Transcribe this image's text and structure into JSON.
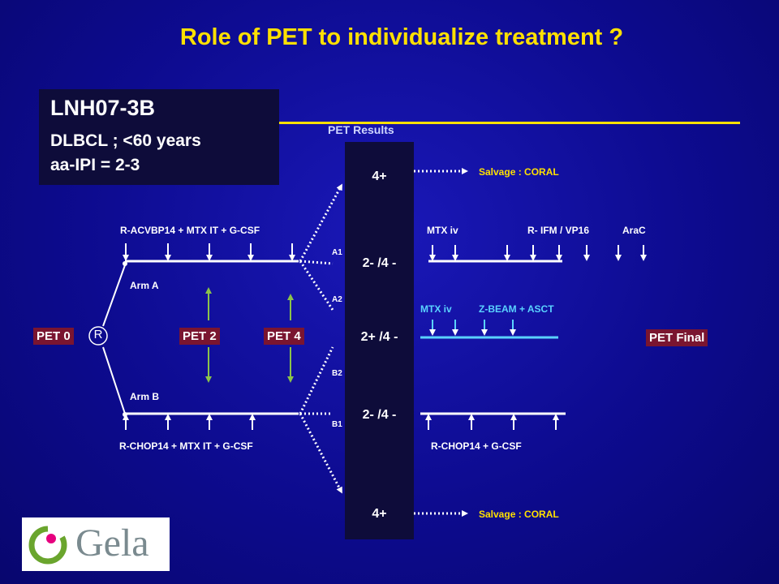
{
  "title": "Role of PET to individualize treatment ?",
  "info": {
    "study": "LNH07-3B",
    "population": "DLBCL ; <60 years",
    "ipi": "aa-IPI = 2-3"
  },
  "pet_results_header": "PET Results",
  "pet_values": [
    "4+",
    "2- /4 -",
    "2+ /4 -",
    "2- /4 -",
    "4+"
  ],
  "salvage": [
    "Salvage : CORAL",
    "Salvage : CORAL"
  ],
  "arms": {
    "a_regimen": "R-ACVBP14 + MTX IT + G-CSF",
    "a_label": "Arm A",
    "b_regimen": "R-CHOP14 + MTX IT + G-CSF",
    "b_label": "Arm B"
  },
  "branch_labels": [
    "A1",
    "A2",
    "B2",
    "B1"
  ],
  "randomize": "R",
  "tags": {
    "pet0": "PET 0",
    "pet2": "PET 2",
    "pet4": "PET 4",
    "pet_final": "PET Final"
  },
  "consolidation": {
    "a1_mtx": "MTX iv",
    "a1_ifm": "R- IFM / VP16",
    "a1_arac": "AraC",
    "a2_mtx": "MTX iv",
    "a2_beam": "Z-BEAM + ASCT",
    "b1_regimen": "R-CHOP14 + G-CSF"
  },
  "logo": {
    "text": "Gela"
  },
  "colors": {
    "background": "#0d0b8f",
    "title": "#ffe000",
    "tag": "#7a1530",
    "a2_line": "#5ad2ff",
    "pet_interval": "#8bc34a"
  }
}
